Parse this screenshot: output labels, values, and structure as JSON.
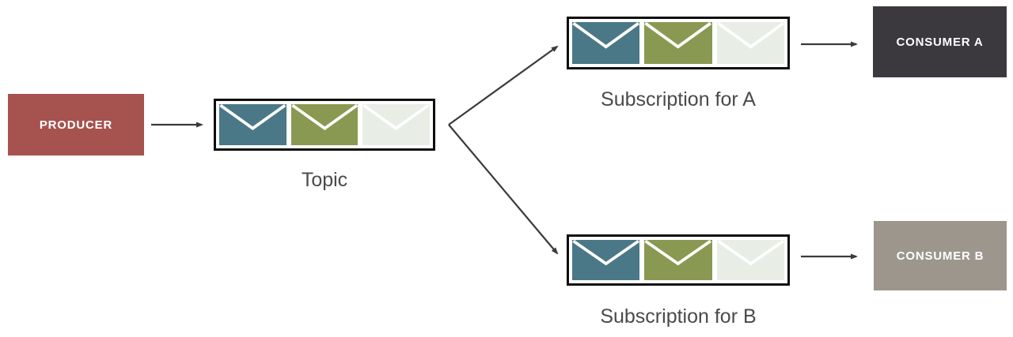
{
  "diagram": {
    "producer": {
      "label": "PRODUCER",
      "bg_color": "#a6524e"
    },
    "topic": {
      "label": "Topic"
    },
    "subscription_a": {
      "label": "Subscription for A"
    },
    "subscription_b": {
      "label": "Subscription for B"
    },
    "consumer_a": {
      "label": "CONSUMER A",
      "bg_color": "#3b393d"
    },
    "consumer_b": {
      "label": "CONSUMER B",
      "bg_color": "#9c968c"
    },
    "envelope_colors": {
      "teal": "#4a7887",
      "olive": "#8a9952",
      "pale": "#e8ede6"
    },
    "style": {
      "arrow_color": "#3a3a3a",
      "box_border_color": "#0e0e0e",
      "label_color": "#4a4a4a"
    }
  }
}
